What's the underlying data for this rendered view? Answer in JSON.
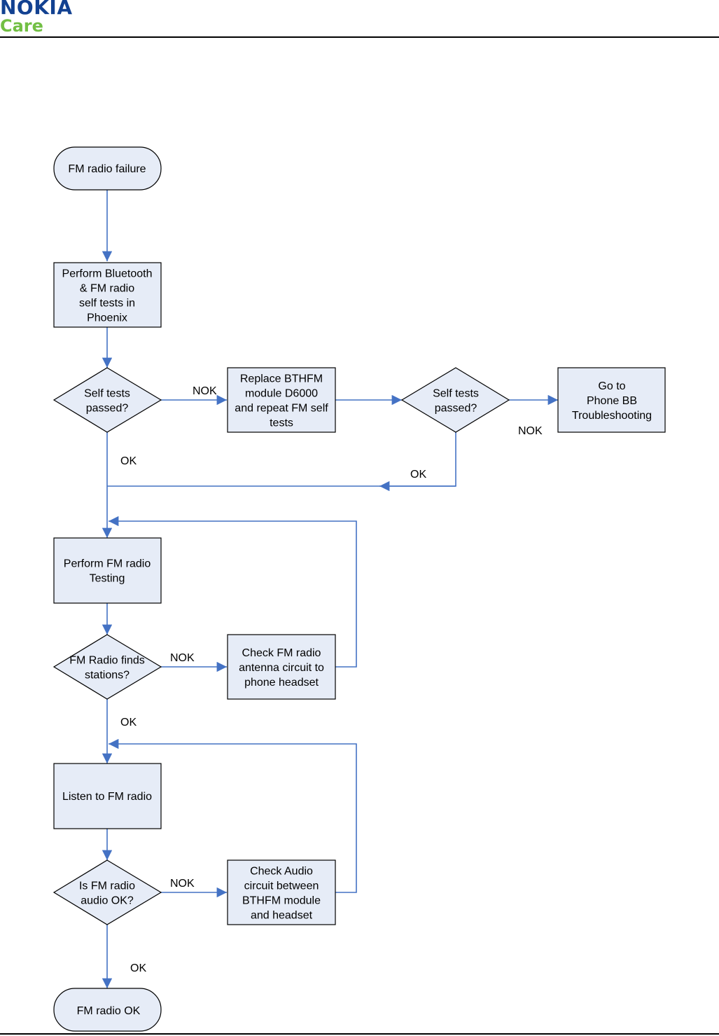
{
  "header": {
    "brand": "NOKIA",
    "subbrand": "Care"
  },
  "colors": {
    "node_fill": "#e6ecf7",
    "node_stroke": "#000000",
    "edge": "#4472c4",
    "nokia_blue": "#124191",
    "care_green": "#72bf44"
  },
  "nodes": {
    "start": {
      "lines": [
        "FM radio failure"
      ]
    },
    "self_test": {
      "lines": [
        "Perform Bluetooth",
        "& FM radio",
        "self tests in",
        "Phoenix"
      ]
    },
    "decision_self_1": {
      "lines": [
        "Self tests",
        "passed?"
      ]
    },
    "replace_bthfm": {
      "lines": [
        "Replace BTHFM",
        "module D6000",
        "and repeat FM self",
        "tests"
      ]
    },
    "decision_self_2": {
      "lines": [
        "Self tests",
        "passed?"
      ]
    },
    "goto_bb": {
      "lines": [
        "Go to",
        "Phone BB",
        "Troubleshooting"
      ]
    },
    "fm_testing": {
      "lines": [
        "Perform FM radio",
        "Testing"
      ]
    },
    "decision_stations": {
      "lines": [
        "FM Radio finds",
        "stations?"
      ]
    },
    "check_antenna": {
      "lines": [
        "Check FM radio",
        "antenna circuit to",
        "phone headset"
      ]
    },
    "listen": {
      "lines": [
        "Listen to FM radio"
      ]
    },
    "decision_audio": {
      "lines": [
        "Is FM radio",
        "audio OK?"
      ]
    },
    "check_audio": {
      "lines": [
        "Check Audio",
        "circuit between",
        "BTHFM module",
        "and headset"
      ]
    },
    "end": {
      "lines": [
        "FM radio OK"
      ]
    }
  },
  "edge_labels": {
    "nok_1": "NOK",
    "nok_2": "NOK",
    "ok_1": "OK",
    "ok_2": "OK",
    "nok_3": "NOK",
    "ok_3": "OK",
    "nok_4": "NOK",
    "ok_4": "OK"
  }
}
